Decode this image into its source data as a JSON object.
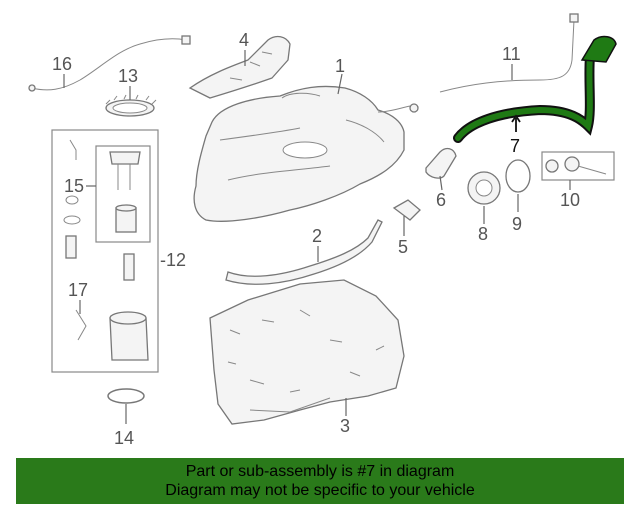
{
  "diagram": {
    "callouts": {
      "c1": "1",
      "c2": "2",
      "c3": "3",
      "c4": "4",
      "c5": "5",
      "c6": "6",
      "c7": "7",
      "c8": "8",
      "c9": "9",
      "c10": "10",
      "c11": "11",
      "c12": "-12",
      "c13": "13",
      "c14": "14",
      "c15": "15",
      "c16": "16",
      "c17": "17"
    },
    "highlight_color": "#1f7a14",
    "highlighted_part": "7"
  },
  "banner": {
    "line1": "Part or sub-assembly is #7 in diagram",
    "line2": "Diagram may not be specific to your vehicle",
    "background": "#2a7a1a"
  }
}
